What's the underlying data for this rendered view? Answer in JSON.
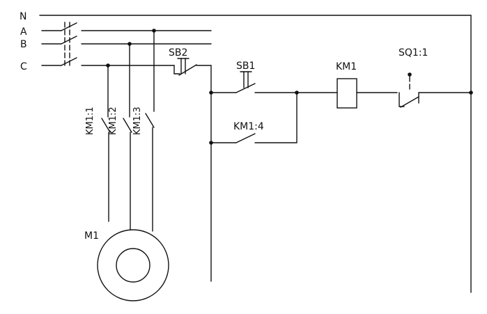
{
  "lines": {
    "n": "N",
    "a": "A",
    "b": "B",
    "c": "C"
  },
  "components": {
    "sb2": "SB2",
    "sb1": "SB1",
    "km1_coil": "KM1",
    "sq1": "SQ1:1",
    "km1_aux": "KM1:4",
    "km1_1": "KM1:1",
    "km1_2": "KM1:2",
    "km1_3": "KM1:3",
    "motor": "M1"
  }
}
